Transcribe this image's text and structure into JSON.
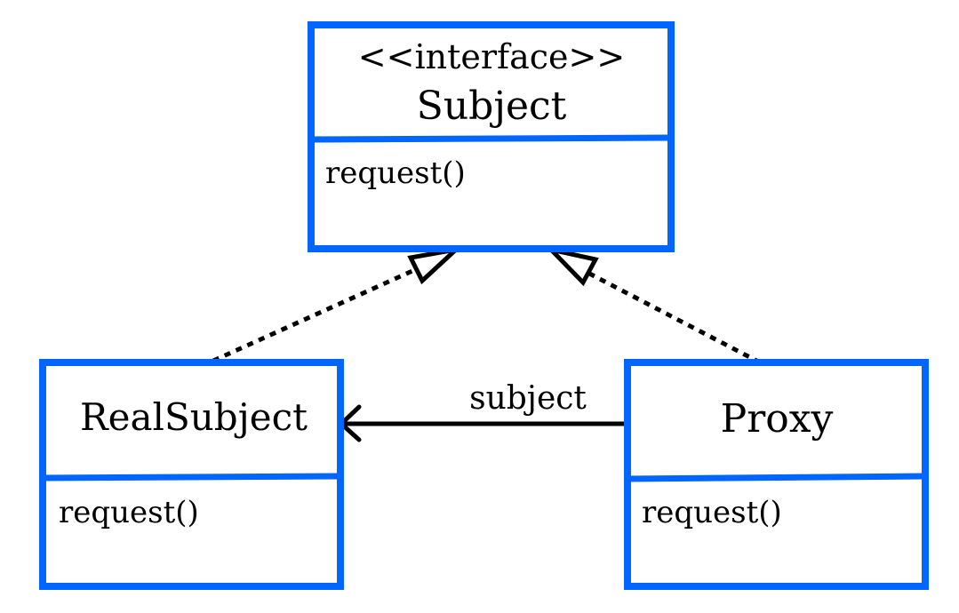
{
  "diagram": {
    "colors": {
      "box_border": "#0066ff",
      "line": "#000000",
      "background": "#ffffff"
    },
    "subject": {
      "stereotype": "<<interface>>",
      "name": "Subject",
      "method": "request()"
    },
    "real_subject": {
      "name": "RealSubject",
      "method": "request()"
    },
    "proxy": {
      "name": "Proxy",
      "method": "request()"
    },
    "association": {
      "label": "subject"
    },
    "relations": [
      {
        "type": "realization",
        "from": "RealSubject",
        "to": "Subject"
      },
      {
        "type": "realization",
        "from": "Proxy",
        "to": "Subject"
      },
      {
        "type": "association",
        "from": "Proxy",
        "to": "RealSubject"
      }
    ]
  }
}
